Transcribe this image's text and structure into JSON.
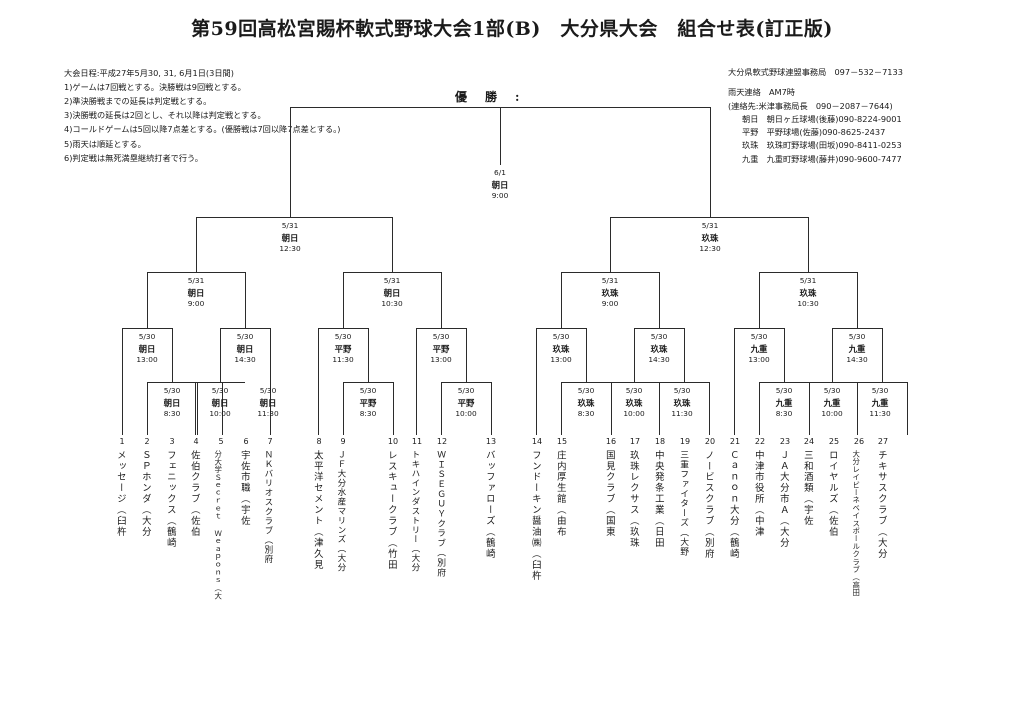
{
  "title": "第59回高松宮賜杯軟式野球大会1部(B)　大分県大会　組合せ表(訂正版)",
  "champion_label": "優　勝　:",
  "notes": [
    "大会日程:平成27年5月30, 31, 6月1日(3日間)",
    "1)ゲームは7回戦とする。決勝戦は9回戦とする。",
    "2)準決勝戦までの延長は判定戦とする。",
    "3)決勝戦の延長は2回とし、それ以降は判定戦とする。",
    "4)コールドゲームは5回以降7点差とする。(優勝戦は7回以降7点差とする。)",
    "5)雨天は順延とする。",
    "6)判定戦は無死満塁継続打者で行う。"
  ],
  "contact": {
    "office": "大分県軟式野球連盟事務局　097－532－7133",
    "weather_line": "雨天連絡　AM7時",
    "contact_line": "(連絡先:米津事務局長　090－2087－7644)",
    "venues": [
      "朝日　朝日ヶ丘球場(後藤)090-8224-9001",
      "平野　平野球場(佐藤)090-8625-2437",
      "玖珠　玖珠町野球場(田坂)090-8411-0253",
      "九重　九重町野球場(藤井)090-9600-7477"
    ]
  },
  "matches": {
    "final": {
      "date": "6/1",
      "place": "朝日",
      "time": "9:00"
    },
    "semi_left": {
      "date": "5/31",
      "place": "朝日",
      "time": "12:30"
    },
    "semi_right": {
      "date": "5/31",
      "place": "玖珠",
      "time": "12:30"
    },
    "qf": [
      {
        "date": "5/31",
        "place": "朝日",
        "time": "9:00"
      },
      {
        "date": "5/31",
        "place": "朝日",
        "time": "10:30"
      },
      {
        "date": "5/31",
        "place": "玖珠",
        "time": "9:00"
      },
      {
        "date": "5/31",
        "place": "玖珠",
        "time": "10:30"
      }
    ],
    "r16": [
      {
        "date": "5/30",
        "place": "朝日",
        "time": "13:00"
      },
      {
        "date": "5/30",
        "place": "朝日",
        "time": "14:30"
      },
      {
        "date": "5/30",
        "place": "平野",
        "time": "11:30"
      },
      {
        "date": "5/30",
        "place": "平野",
        "time": "13:00"
      },
      {
        "date": "5/30",
        "place": "玖珠",
        "time": "13:00"
      },
      {
        "date": "5/30",
        "place": "玖珠",
        "time": "14:30"
      },
      {
        "date": "5/30",
        "place": "九重",
        "time": "13:00"
      },
      {
        "date": "5/30",
        "place": "九重",
        "time": "14:30"
      }
    ],
    "r1": [
      {
        "date": "5/30",
        "place": "朝日",
        "time": "8:30"
      },
      {
        "date": "5/30",
        "place": "朝日",
        "time": "10:00"
      },
      {
        "date": "5/30",
        "place": "朝日",
        "time": "11:30"
      },
      {
        "date": "5/30",
        "place": "平野",
        "time": "8:30"
      },
      {
        "date": "5/30",
        "place": "平野",
        "time": "10:00"
      },
      {
        "date": "5/30",
        "place": "玖珠",
        "time": "8:30"
      },
      {
        "date": "5/30",
        "place": "玖珠",
        "time": "10:00"
      },
      {
        "date": "5/30",
        "place": "玖珠",
        "time": "11:30"
      },
      {
        "date": "5/30",
        "place": "九重",
        "time": "8:30"
      },
      {
        "date": "5/30",
        "place": "九重",
        "time": "10:00"
      },
      {
        "date": "5/30",
        "place": "九重",
        "time": "11:30"
      }
    ]
  },
  "teams": [
    {
      "no": "1",
      "name": "メッセージ（臼杵"
    },
    {
      "no": "2",
      "name": "ＳＰホンダ（大分"
    },
    {
      "no": "3",
      "name": "フェニックス（鶴崎"
    },
    {
      "no": "4",
      "name": "佐伯クラブ（佐伯"
    },
    {
      "no": "5",
      "name": "分大学Ｓｅｃｒｅｔ Ｗｅａｐｏｎｓ（大"
    },
    {
      "no": "6",
      "name": "宇佐市職（宇佐"
    },
    {
      "no": "7",
      "name": "ＮＫバリオスクラブ（別府"
    },
    {
      "no": "8",
      "name": "太平洋セメント（津久見"
    },
    {
      "no": "9",
      "name": "ＪＦ大分水産マリンズ（大分"
    },
    {
      "no": "10",
      "name": "レスキュークラブ（竹田"
    },
    {
      "no": "11",
      "name": "トキハインダストリー（大分"
    },
    {
      "no": "12",
      "name": "ＷＩＳＥＧＵＹクラブ（別府"
    },
    {
      "no": "13",
      "name": "バッファローズ（鶴崎"
    },
    {
      "no": "14",
      "name": "フンドーキン醤油㈱（臼杵"
    },
    {
      "no": "15",
      "name": "庄内厚生館（由布"
    },
    {
      "no": "16",
      "name": "国見クラブ（国東"
    },
    {
      "no": "17",
      "name": "玖珠レクサス（玖珠"
    },
    {
      "no": "18",
      "name": "中央発条工業（日田"
    },
    {
      "no": "19",
      "name": "三重ファイターズ（大野"
    },
    {
      "no": "20",
      "name": "ノービスクラブ（別府"
    },
    {
      "no": "21",
      "name": "Ｃａｎｏｎ大分（鶴崎"
    },
    {
      "no": "22",
      "name": "中津市役所（中津"
    },
    {
      "no": "23",
      "name": "ＪＡ大分市Ａ（大分"
    },
    {
      "no": "24",
      "name": "三和酒類（宇佐"
    },
    {
      "no": "25",
      "name": "ロイヤルズ（佐伯"
    },
    {
      "no": "26",
      "name": "大分レイビーネベイスボールクラブ（高田"
    },
    {
      "no": "27",
      "name": "チキサスクラブ（大分"
    }
  ]
}
